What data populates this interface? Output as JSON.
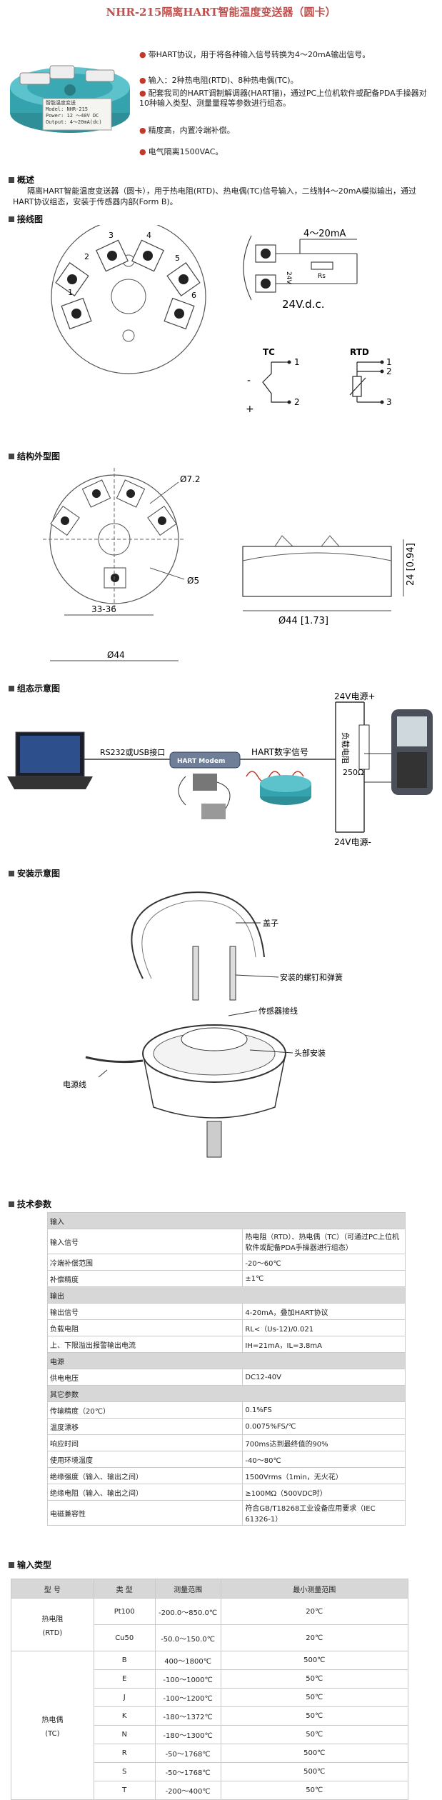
{
  "title": "NHR-215隔离HART智能温度变送器（圆卡）",
  "product": {
    "l1": "智能温度变送",
    "l2": "Model: NHR-215",
    "l3": "Power: 12 ～40V DC",
    "l4": "Output: 4～20mA(dc)"
  },
  "features": [
    "带HART协议，用于将各种输入信号转换为4～20mA输出信号。",
    "输入：2种热电阻(RTD)、8种热电偶(TC)。",
    "配套我司的HART调制解调器(HART猫)，通过PC上位机软件或配备PDA手操器对10种输入类型、测量量程等参数进行组态。",
    "精度高，内置冷端补偿。",
    "电气隔离1500VAC。"
  ],
  "sections": {
    "overview": "概述",
    "wiring": "接线图",
    "dimensions": "结构外型图",
    "system": "组态示意图",
    "install": "安装示意图",
    "specs": "技术参数",
    "input_types": "输入类型"
  },
  "overview_text": "隔离HART智能温度变送器（圆卡），用于热电阻(RTD)、热电偶(TC)信号输入，二线制4～20mA模拟输出，通过HART协议组态，安装于传感器内部(Form B)。",
  "wiring": {
    "current": "4～20mA",
    "rs": "Rs",
    "v24": "24V",
    "vdc": "24V.d.c.",
    "tc": "TC",
    "rtd": "RTD",
    "n1": "1",
    "n2": "2",
    "n3": "3",
    "minus": "-",
    "plus": "+",
    "t1": "1",
    "t2": "2",
    "t3": "3",
    "t4": "4",
    "t5": "5",
    "t6": "6"
  },
  "dims": {
    "d72": "Ø7.2",
    "d5": "Ø5",
    "span": "33-36",
    "d44": "Ø44",
    "d44b": "Ø44 [1.73]",
    "h24": "24 [0.94]"
  },
  "system": {
    "v_plus": "24V电源+",
    "v_minus": "24V电源-",
    "rs232": "RS232或USB接口",
    "hart_sig": "HART数字信号",
    "modem": "HART Modem",
    "load": "负载电阻",
    "ohm": "250Ω"
  },
  "install": {
    "cover": "盖子",
    "screw": "安装的螺钉和弹簧",
    "sensor": "传感器接线",
    "head": "头部安装",
    "power": "电源线"
  },
  "specs": [
    {
      "group": "输入"
    },
    {
      "k": "输入信号",
      "v": "热电阻（RTD）、热电偶（TC）（可通过PC上位机软件或配备PDA手操器进行组态）"
    },
    {
      "k": "冷端补偿范围",
      "v": "-20～60℃"
    },
    {
      "k": "补偿精度",
      "v": "±1℃"
    },
    {
      "group": "输出"
    },
    {
      "k": "输出信号",
      "v": "4-20mA，叠加HART协议"
    },
    {
      "k": "负载电阻",
      "v": "RL<（Us-12)/0.021"
    },
    {
      "k": "上、下限溢出报警输出电流",
      "v": "IH=21mA，IL=3.8mA"
    },
    {
      "group": "电源"
    },
    {
      "k": "供电电压",
      "v": "DC12-40V"
    },
    {
      "group": "其它参数"
    },
    {
      "k": "传输精度（20℃）",
      "v": "0.1%FS"
    },
    {
      "k": "温度漂移",
      "v": "0.0075%FS/℃"
    },
    {
      "k": "响应时间",
      "v": "700ms达到最终值的90%"
    },
    {
      "k": "使用环境温度",
      "v": "-40～80℃"
    },
    {
      "k": "绝缘强度（输入、输出之间）",
      "v": "1500Vrms（1min，无火花）"
    },
    {
      "k": "绝缘电阻（输入、输出之间）",
      "v": "≥100MΩ（500VDC时）"
    },
    {
      "k": "电磁兼容性",
      "v": "符合GB/T18268工业设备应用要求（IEC 61326-1）"
    }
  ],
  "types_header": [
    "型 号",
    "类 型",
    "测量范围",
    "最小测量范围"
  ],
  "types": {
    "rtd_group": "热电阻",
    "rtd_sub": "(RTD)",
    "rtd": [
      {
        "t": "Pt100",
        "r": "-200.0～850.0℃",
        "m": "20℃"
      },
      {
        "t": "Cu50",
        "r": "-50.0～150.0℃",
        "m": "20℃"
      }
    ],
    "tc_group": "热电偶",
    "tc_sub": "(TC)",
    "tc": [
      {
        "t": "B",
        "r": "400～1800℃",
        "m": "500℃"
      },
      {
        "t": "E",
        "r": "-100～1000℃",
        "m": "50℃"
      },
      {
        "t": "J",
        "r": "-100～1200℃",
        "m": "50℃"
      },
      {
        "t": "K",
        "r": "-180～1372℃",
        "m": "50℃"
      },
      {
        "t": "N",
        "r": "-180～1300℃",
        "m": "50℃"
      },
      {
        "t": "R",
        "r": "-50～1768℃",
        "m": "500℃"
      },
      {
        "t": "S",
        "r": "-50～1768℃",
        "m": "500℃"
      },
      {
        "t": "T",
        "r": "-200～400℃",
        "m": "50℃"
      }
    ]
  }
}
